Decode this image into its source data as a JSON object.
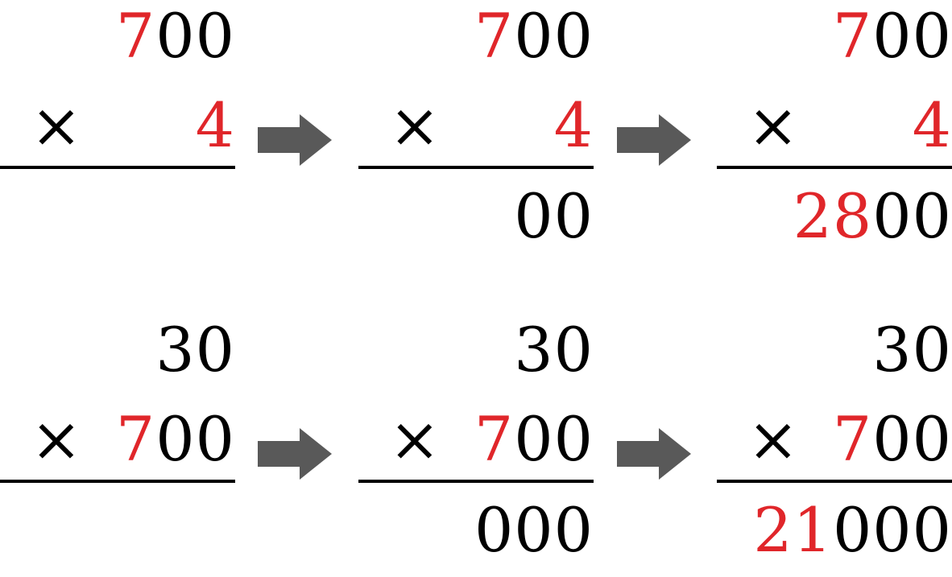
{
  "colors": {
    "highlight": "#e0262a",
    "text": "#000000",
    "arrow": "#595959"
  },
  "arrow_icon": "right-arrow-icon",
  "rows": [
    {
      "problems": [
        {
          "top_black": "00",
          "top_red": "7",
          "times": "×",
          "mult_black": "",
          "mult_red": "4",
          "result_red": "",
          "result_black": ""
        },
        {
          "top_black": "00",
          "top_red": "7",
          "times": "×",
          "mult_black": "",
          "mult_red": "4",
          "result_red": "",
          "result_black": "00"
        },
        {
          "top_black": "00",
          "top_red": "7",
          "times": "×",
          "mult_black": "",
          "mult_red": "4",
          "result_red": "28",
          "result_black": "00"
        }
      ]
    },
    {
      "problems": [
        {
          "top_black": "30",
          "top_red": "",
          "times": "×",
          "mult_black": "00",
          "mult_red": "7",
          "result_red": "",
          "result_black": ""
        },
        {
          "top_black": "30",
          "top_red": "",
          "times": "×",
          "mult_black": "00",
          "mult_red": "7",
          "result_red": "",
          "result_black": "000"
        },
        {
          "top_black": "30",
          "top_red": "",
          "times": "×",
          "mult_black": "00",
          "mult_red": "7",
          "result_red": "21",
          "result_black": "000"
        }
      ]
    }
  ]
}
